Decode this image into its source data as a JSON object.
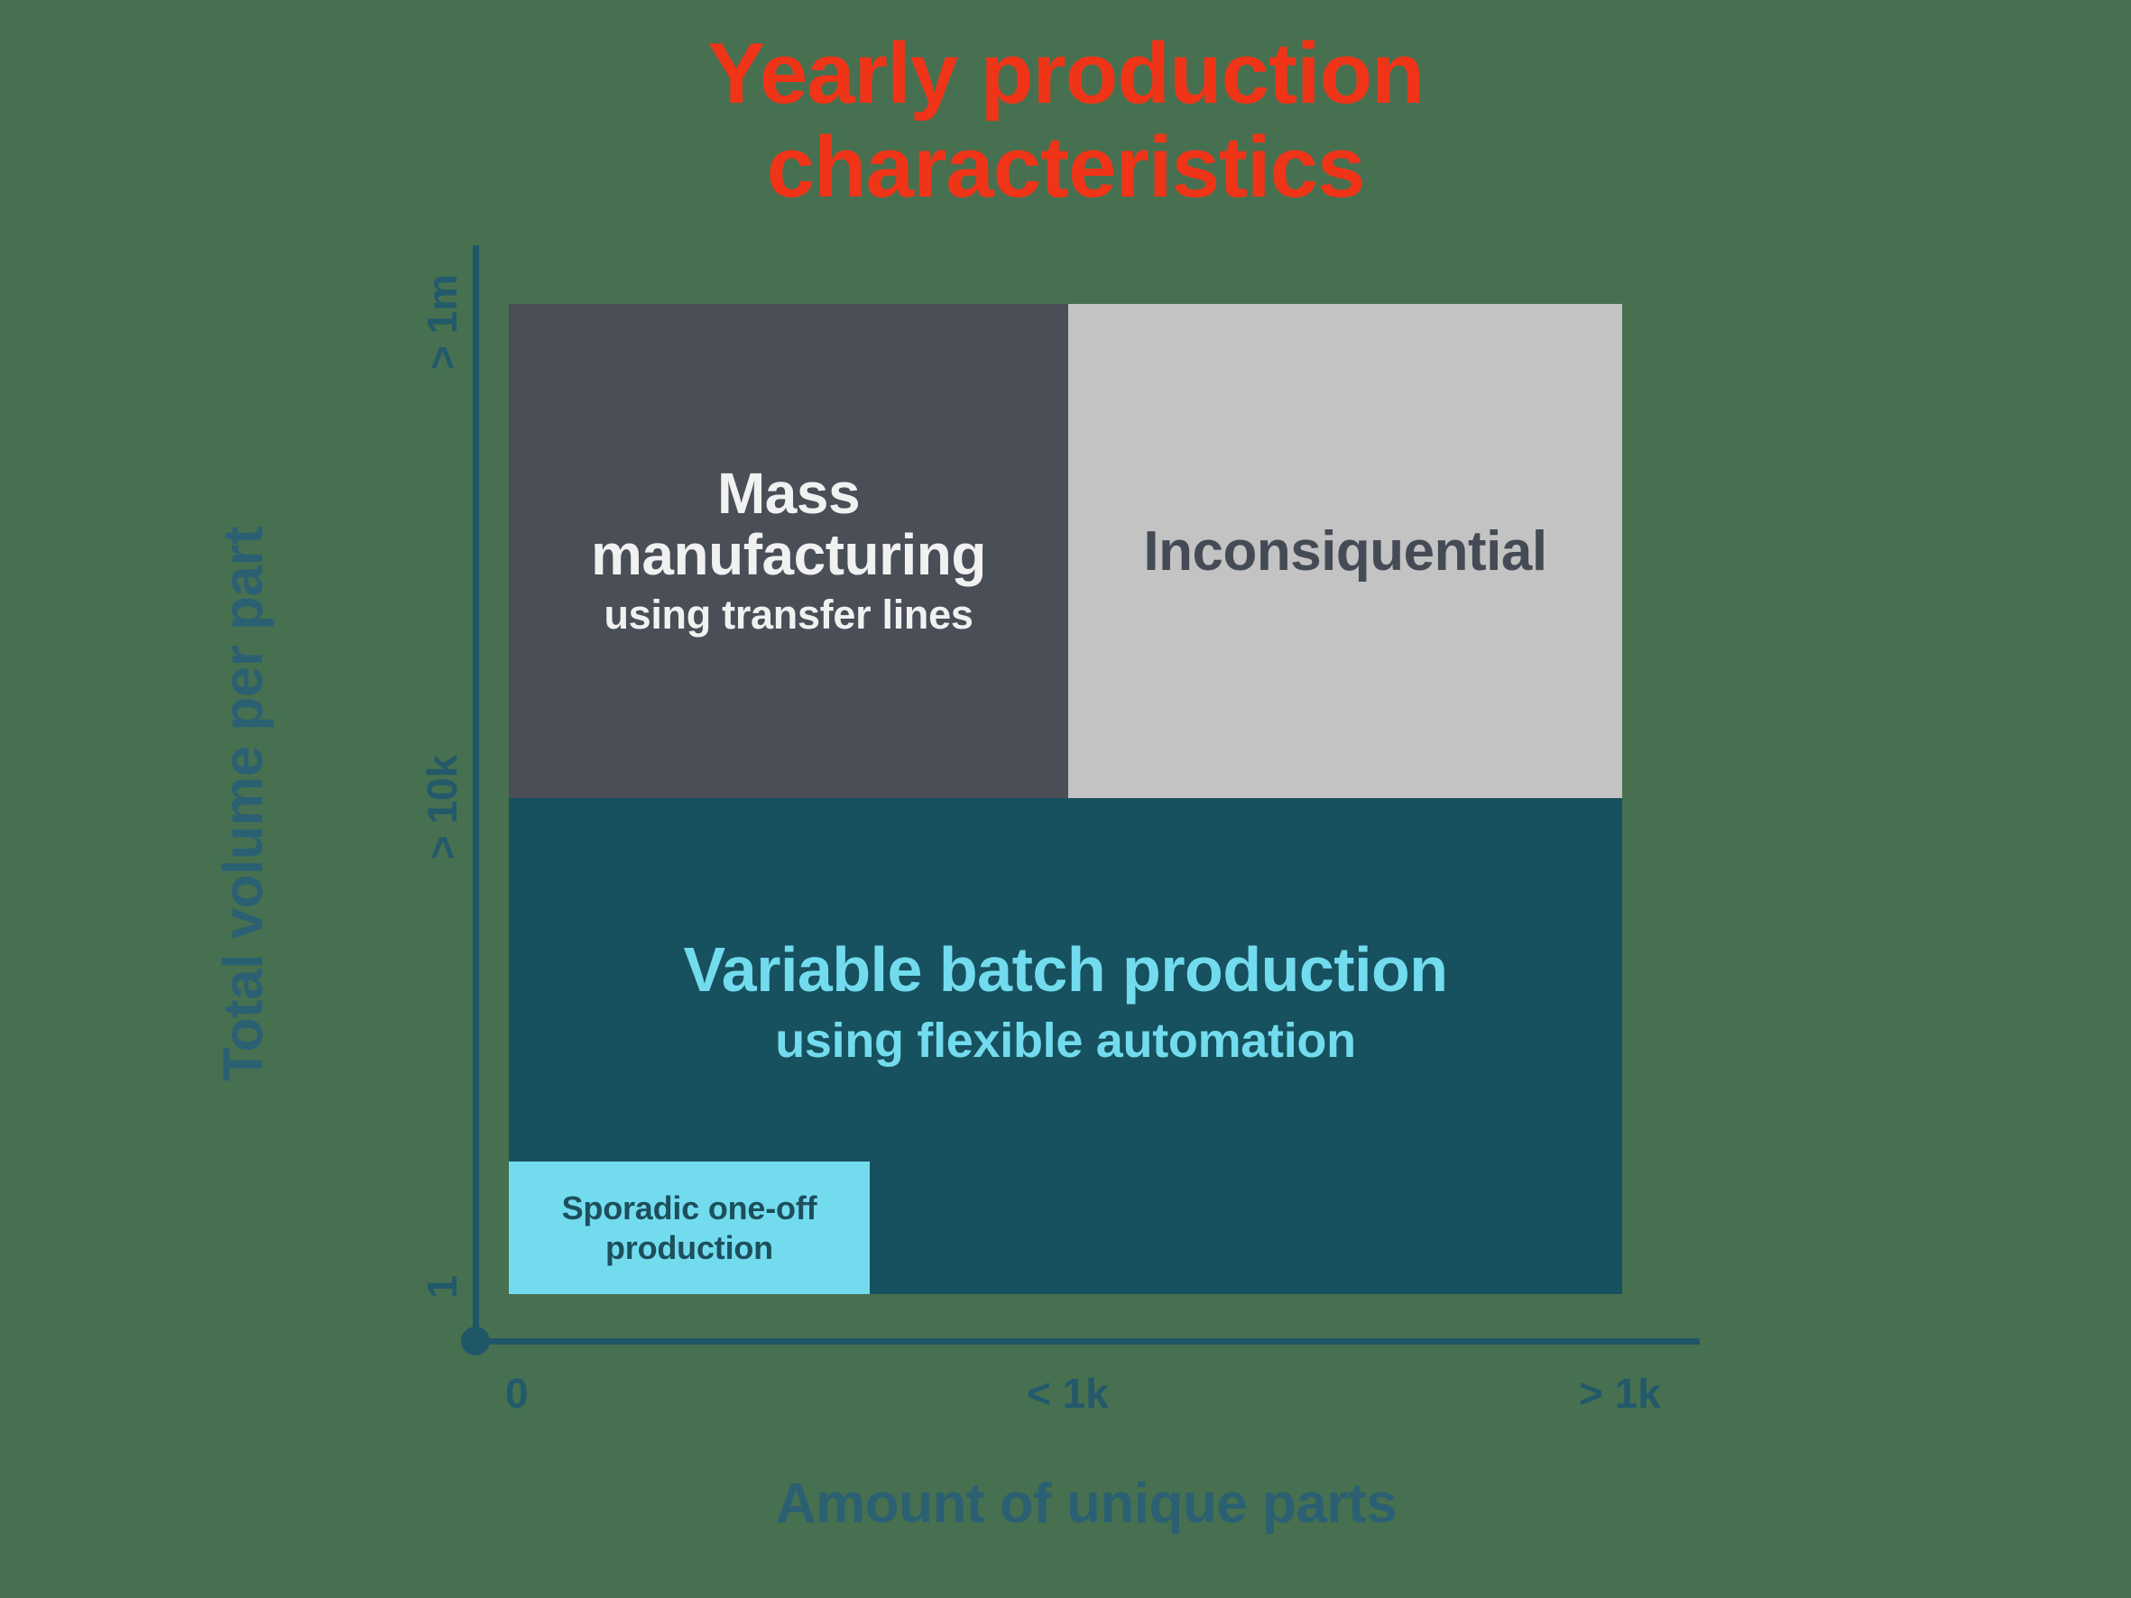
{
  "chart_data": {
    "type": "table",
    "title": "Yearly production\ncharacteristics",
    "xlabel": "Amount of unique parts",
    "ylabel": "Total volume per part",
    "x_ticks": [
      "0",
      "< 1k",
      "> 1k"
    ],
    "y_ticks": [
      "1",
      "> 10k",
      "> 1m"
    ],
    "grid": false,
    "legend": "none",
    "colors": {
      "background": "#477050",
      "title": "#F03418",
      "axis": "#1F5668",
      "axis_label": "#2B6073",
      "mass_fill": "#494E57",
      "mass_text": "#F1F1F1",
      "inconsequential_fill": "#C3C3C4",
      "inconsequential_text": "#454B55",
      "variable_fill": "#17505E",
      "variable_text": "#72DCEE",
      "sporadic_fill": "#72DCEE",
      "sporadic_text": "#1D4E5C"
    },
    "cells": [
      {
        "id": "mass-manufacturing",
        "title": "Mass\nmanufacturing",
        "subtitle": "using transfer lines",
        "x_range": [
          "0",
          "< 1k"
        ],
        "y_range": [
          "> 10k",
          "> 1m"
        ]
      },
      {
        "id": "inconsiquential",
        "title": "Inconsiquential",
        "subtitle": "",
        "x_range": [
          "< 1k",
          "> 1k"
        ],
        "y_range": [
          "> 10k",
          "> 1m"
        ]
      },
      {
        "id": "variable-batch-production",
        "title": "Variable batch production",
        "subtitle": "using flexible automation",
        "x_range": [
          "0",
          "> 1k"
        ],
        "y_range": [
          "1",
          "> 10k"
        ]
      },
      {
        "id": "sporadic-one-off-production",
        "title": "Sporadic one-off\nproduction",
        "subtitle": "",
        "x_range": [
          "0",
          "< 1k"
        ],
        "y_range": [
          "1",
          "1"
        ]
      }
    ]
  },
  "chart": {
    "title": "Yearly production\ncharacteristics",
    "axes": {
      "y_title": "Total volume per part",
      "x_title": "Amount of unique parts",
      "y_ticks": {
        "top": "> 1m",
        "mid": "> 10k",
        "bottom": "1"
      },
      "x_ticks": {
        "start": "0",
        "mid": "< 1k",
        "end": "> 1k"
      }
    },
    "quadrants": {
      "mass": {
        "title": "Mass\nmanufacturing",
        "subtitle": "using transfer lines"
      },
      "inconsequential": {
        "title": "Inconsiquential"
      },
      "variable": {
        "title": "Variable batch production",
        "subtitle": "using flexible automation"
      },
      "sporadic": {
        "title": "Sporadic one-off\nproduction"
      }
    }
  }
}
